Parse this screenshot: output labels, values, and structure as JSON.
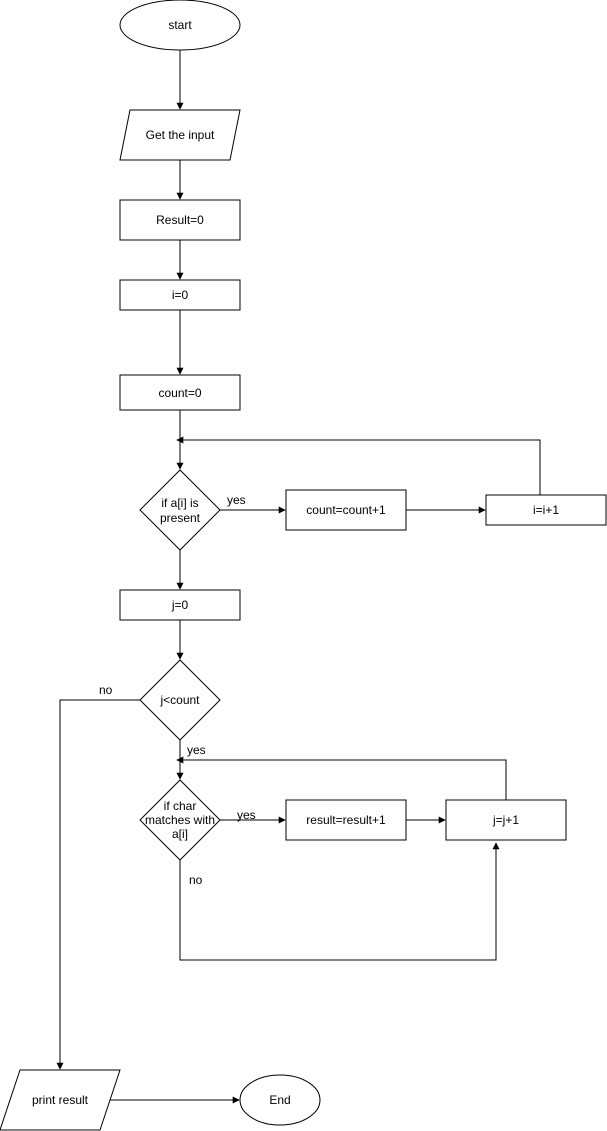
{
  "nodes": {
    "start": "start",
    "get_input": "Get the input",
    "result_init": "Result=0",
    "i_init": "i=0",
    "count_init": "count=0",
    "decision_present": [
      "if a[i] is",
      "present"
    ],
    "count_increment": "count=count+1",
    "i_increment": "i=i+1",
    "j_init": "j=0",
    "decision_j_count": "j<count",
    "decision_char_match": [
      "if char",
      "matches with",
      "a[i]"
    ],
    "result_increment": "result=result+1",
    "j_increment": "j=j+1",
    "print_result": "print result",
    "end": "End"
  },
  "edge_labels": {
    "present_yes": "yes",
    "j_count_no": "no",
    "j_count_yes": "yes",
    "char_match_yes": "yes",
    "char_match_no": "no"
  },
  "colors": {
    "stroke": "#000000",
    "fill": "#ffffff",
    "text": "#000000"
  }
}
